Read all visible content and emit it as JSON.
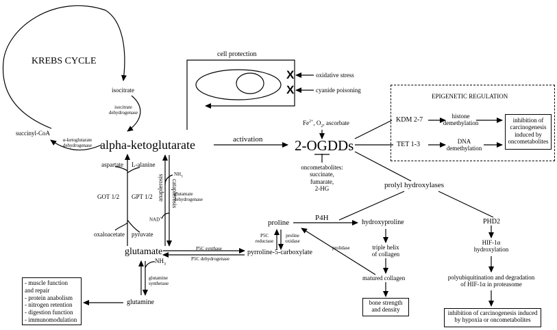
{
  "krebs": {
    "title": "KREBS CYCLE",
    "isocitrate": "isocitrate",
    "isocitrate_dehydrogenase": [
      "isocitrate",
      "dehydrogenase"
    ],
    "succinyl_coa": "succinyl-CoA",
    "akg_dehydrogenase": [
      "α-ketoglutarate",
      "dehydrogenase"
    ]
  },
  "center": {
    "akg": "alpha-ketoglutarate",
    "activation": "activation",
    "ogdds": "2-OGDDs",
    "cofactors": "Fe2+, O2, ascorbate",
    "oncometabolites": [
      "oncometabolites:",
      "succinate,",
      "fumarate,",
      "2-HG"
    ]
  },
  "protection": {
    "title": "cell protection",
    "oxidative_stress": "oxidative stress",
    "cyanide": "cyanide poisoning",
    "x": "X"
  },
  "epigenetic": {
    "title": "EPIGENETIC REGULATION",
    "kdm": "KDM 2-7",
    "tet": "TET 1-3",
    "histone": [
      "histone",
      "demethylation"
    ],
    "dna": [
      "DNA",
      "demethylation"
    ],
    "inhibition": [
      "inhibition of",
      "carcinogenesis",
      "induced by",
      "oncometabolites"
    ]
  },
  "amino": {
    "aspartate": "aspartate",
    "lalanine": "L-alanine",
    "got": "GOT 1/2",
    "gpt": "GPT 1/2",
    "oxaloacetate": "oxaloacetate",
    "pyruvate": "pyruvate",
    "anaplerosis": "anaplerosis",
    "cataplerosis": "cataplerosis",
    "nh3": "NH3",
    "nad": "NAD+",
    "glutamate_dehydrogenase": [
      "glutamate",
      "dehydrogenase"
    ],
    "glutamate": "glutamate",
    "glutamine": "glutamine",
    "glutamine_synthetase": [
      "glutamine",
      "synthetase"
    ]
  },
  "benefits": [
    "- muscle function",
    "and repair",
    "- protein anabolism",
    "- nitrogen retention",
    "- digestion function",
    "- immunomodulation"
  ],
  "proline": {
    "p5c_synthase": "P5C synthase",
    "p5c_dehydrogenase": "P5C dehydrogenase",
    "p5c": "pyrroline-5-carboxylate",
    "proline": "proline",
    "p5c_reductase": [
      "P5C",
      "reductase"
    ],
    "proline_oxidase": [
      "proline",
      "oxidase"
    ],
    "prolidase": "prolidase",
    "p4h": "P4H",
    "hydroxyproline": "hydroxyproline",
    "triple_helix": [
      "triple helix",
      "of collagen"
    ],
    "matured_collagen": "matured collagen",
    "bone": [
      "bone strength",
      "and density"
    ]
  },
  "phd": {
    "prolyl": "prolyl hydroxylases",
    "phd2": "PHD2",
    "hif_hydroxylation": [
      "HIF-1α",
      "hydroxylation"
    ],
    "polyub": [
      "polyubiquitination and degradation",
      "of HIF-1α in proteasome"
    ],
    "inhibition": [
      "inhibition of carcinogenesis induced",
      "by hypoxia or oncometabolites"
    ]
  }
}
